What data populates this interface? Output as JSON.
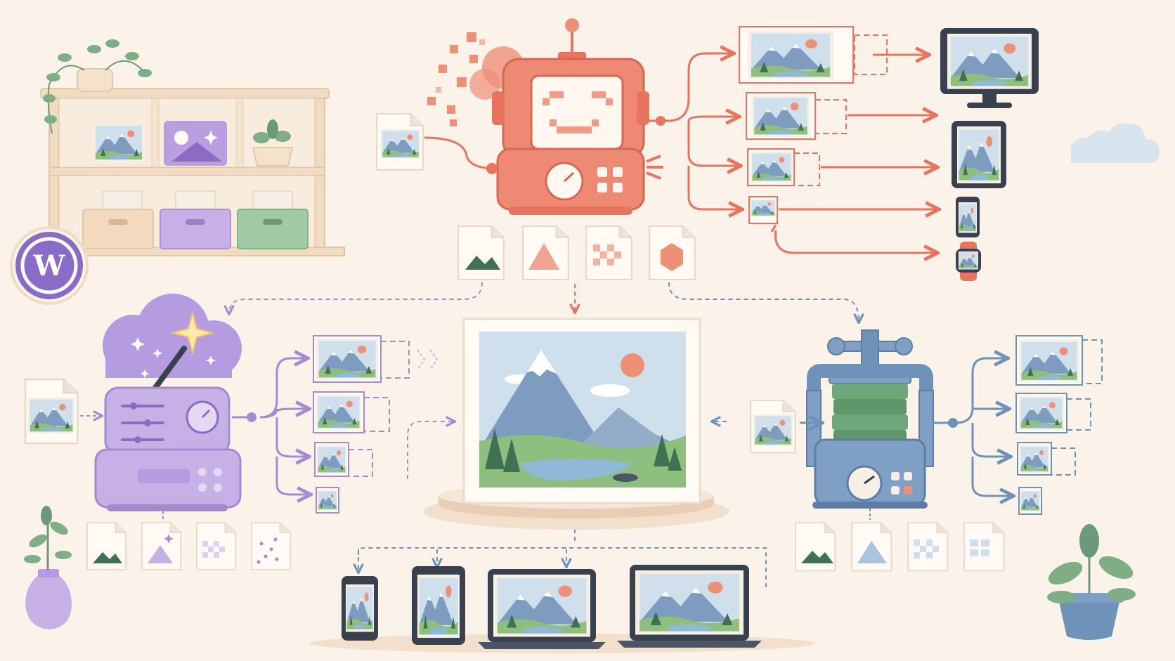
{
  "colors": {
    "background": "#fbf3ea",
    "coral": "#e8735f",
    "purple": "#a989d4",
    "blue": "#6f92b8",
    "green": "#7fae85",
    "wood": "#f1dcc3",
    "dark": "#39414f"
  },
  "logo": {
    "icon": "wordpress-logo-icon",
    "letter": "W"
  },
  "thumbnail": {
    "icon": "mountain-landscape-thumbnail-icon"
  },
  "pipelines": [
    {
      "name": "coral-robot-processor",
      "icon": "robot-icon",
      "color": "#e8735f"
    },
    {
      "name": "purple-magic-processor",
      "icon": "magic-wand-machine-icon",
      "color": "#a989d4"
    },
    {
      "name": "blue-compression-press",
      "icon": "press-vise-icon",
      "color": "#6f92b8"
    }
  ],
  "devices": [
    "monitor-icon",
    "tablet-icon",
    "phone-icon",
    "smartwatch-icon",
    "laptop-icon"
  ]
}
